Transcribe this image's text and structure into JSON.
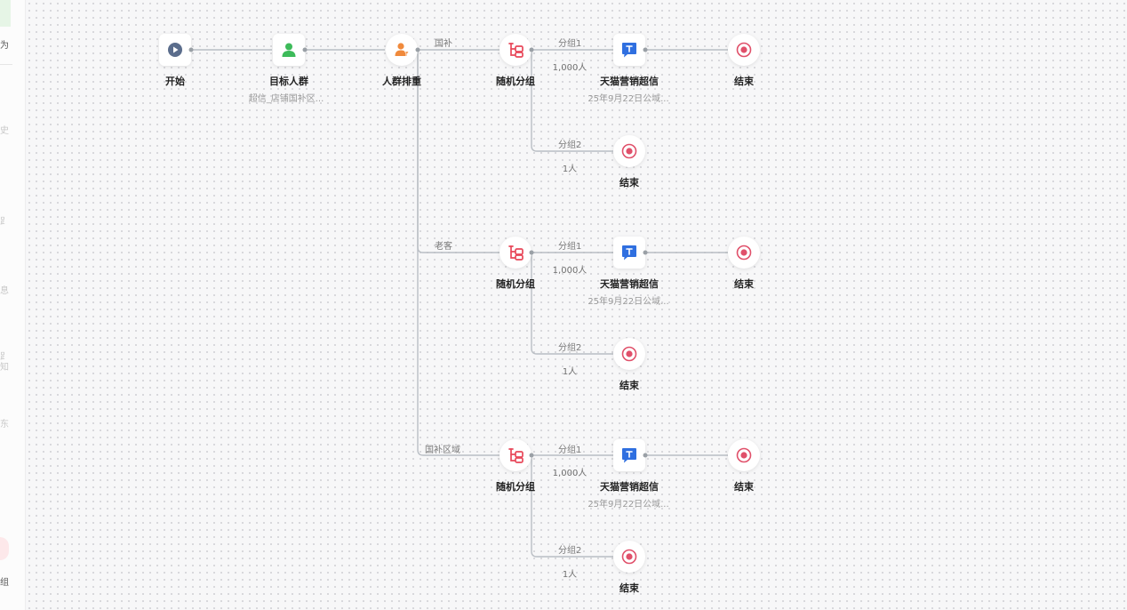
{
  "sidebar": {
    "fragments": [
      "为",
      "史",
      "⻊",
      "息",
      "⻊",
      "知",
      "东",
      "组"
    ]
  },
  "start": {
    "label": "开始"
  },
  "audience": {
    "label": "目标人群",
    "sub": "超信_店铺国补区..."
  },
  "sorter": {
    "label": "人群排重"
  },
  "branches": [
    {
      "edge_label": "国补",
      "splitter": {
        "label": "随机分组"
      },
      "group1": {
        "label": "分组1",
        "count": "1,000人"
      },
      "message": {
        "label": "天猫营销超信",
        "sub": "25年9月22日公域..."
      },
      "end1": {
        "label": "结束"
      },
      "group2": {
        "label": "分组2",
        "count": "1人"
      },
      "end2": {
        "label": "结束"
      }
    },
    {
      "edge_label": "老客",
      "splitter": {
        "label": "随机分组"
      },
      "group1": {
        "label": "分组1",
        "count": "1,000人"
      },
      "message": {
        "label": "天猫营销超信",
        "sub": "25年9月22日公域..."
      },
      "end1": {
        "label": "结束"
      },
      "group2": {
        "label": "分组2",
        "count": "1人"
      },
      "end2": {
        "label": "结束"
      }
    },
    {
      "edge_label": "国补区域",
      "splitter": {
        "label": "随机分组"
      },
      "group1": {
        "label": "分组1",
        "count": "1,000人"
      },
      "message": {
        "label": "天猫营销超信",
        "sub": "25年9月22日公域..."
      },
      "end1": {
        "label": "结束"
      },
      "group2": {
        "label": "分组2",
        "count": "1人"
      },
      "end2": {
        "label": "结束"
      }
    }
  ],
  "colors": {
    "edge": "#b9bec4",
    "start_icon": "#5b6d8c",
    "audience_icon": "#3dbb5a",
    "sorter_icon": "#f08a3c",
    "splitter_icon": "#e8485a",
    "message_icon": "#2f6fe0",
    "end_icon": "#e0506a"
  }
}
